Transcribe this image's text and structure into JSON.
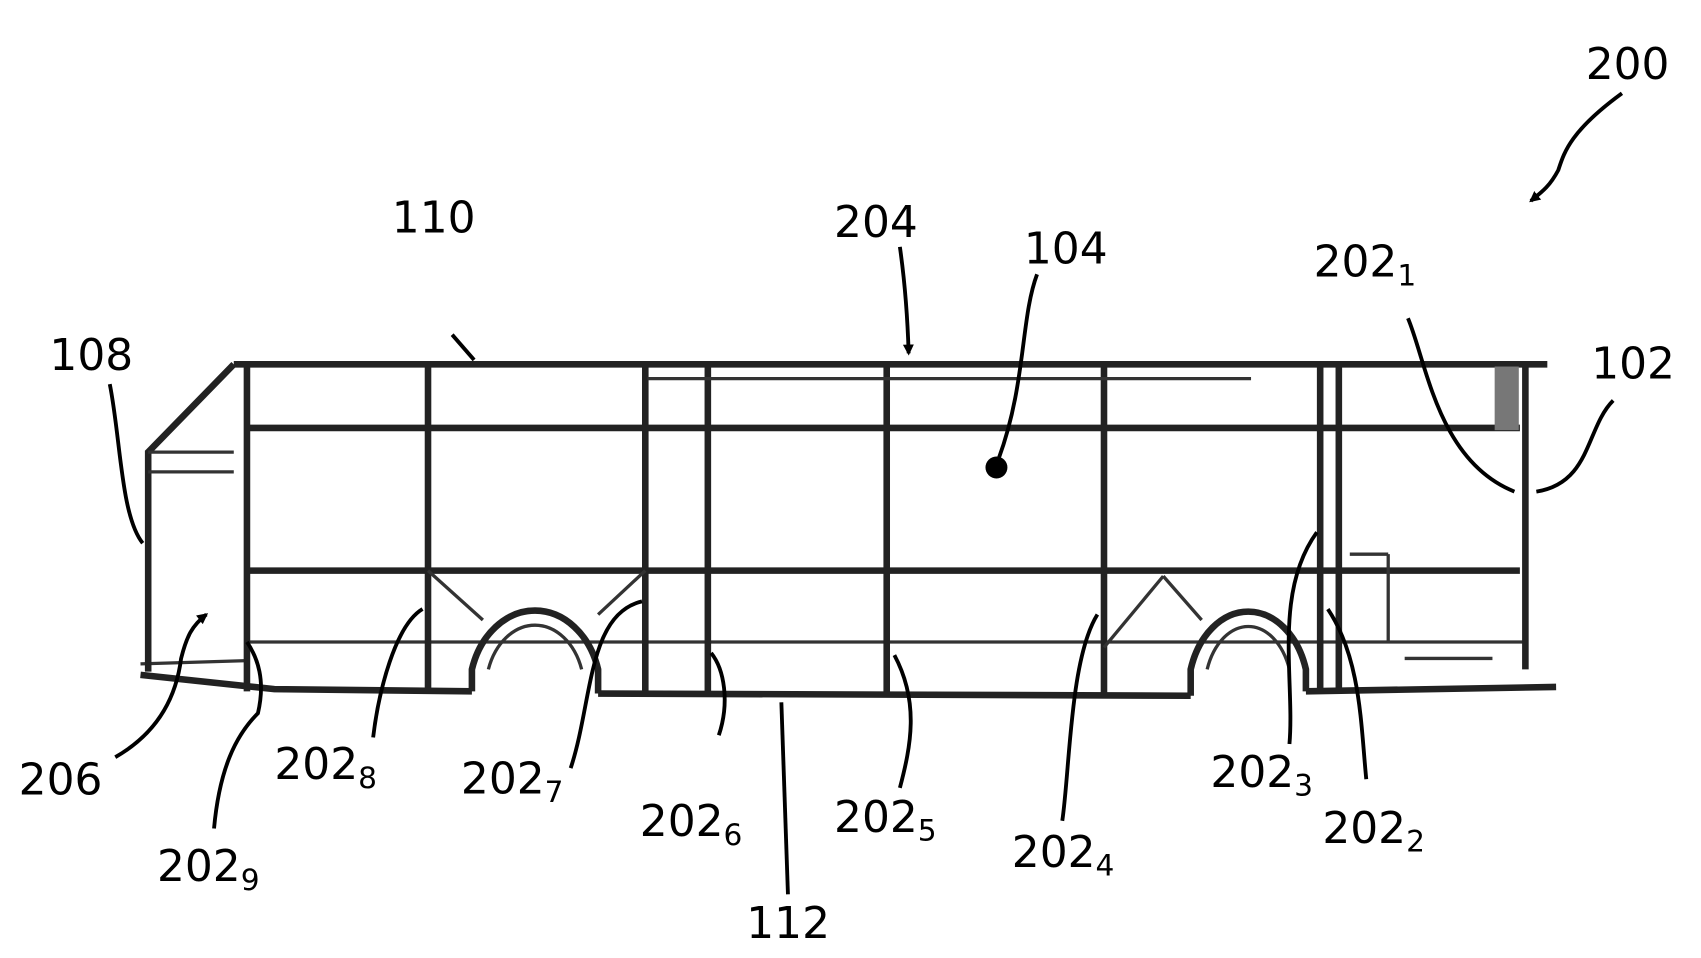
{
  "figure": {
    "ref_main": "200",
    "labels": [
      {
        "id": "l110",
        "base": "110",
        "sub": ""
      },
      {
        "id": "l204",
        "base": "204",
        "sub": ""
      },
      {
        "id": "l104",
        "base": "104",
        "sub": ""
      },
      {
        "id": "l2021",
        "base": "202",
        "sub": "1"
      },
      {
        "id": "l102",
        "base": "102",
        "sub": ""
      },
      {
        "id": "l108",
        "base": "108",
        "sub": ""
      },
      {
        "id": "l206",
        "base": "206",
        "sub": ""
      },
      {
        "id": "l2029",
        "base": "202",
        "sub": "9"
      },
      {
        "id": "l2028",
        "base": "202",
        "sub": "8"
      },
      {
        "id": "l2027",
        "base": "202",
        "sub": "7"
      },
      {
        "id": "l2026",
        "base": "202",
        "sub": "6"
      },
      {
        "id": "l2025",
        "base": "202",
        "sub": "5"
      },
      {
        "id": "l112",
        "base": "112",
        "sub": ""
      },
      {
        "id": "l2024",
        "base": "202",
        "sub": "4"
      },
      {
        "id": "l2023",
        "base": "202",
        "sub": "3"
      },
      {
        "id": "l2022",
        "base": "202",
        "sub": "2"
      }
    ]
  }
}
